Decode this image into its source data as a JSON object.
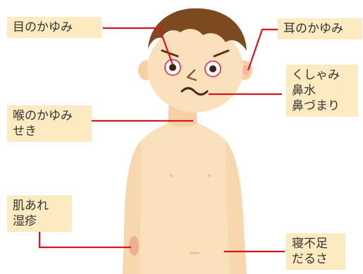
{
  "colors": {
    "label_bg": "#fcebc0",
    "line": "#d7161e",
    "skin": "#fbe0bc",
    "hair": "#7c4a1e",
    "eye_ring": "#e24a6a"
  },
  "labels": {
    "eye": [
      "目のかゆみ"
    ],
    "ear": [
      "耳のかゆみ"
    ],
    "nose": [
      "くしゃみ",
      "鼻水",
      "鼻づまり"
    ],
    "throat": [
      "喉のかゆみ",
      "せき"
    ],
    "skin": [
      "肌あれ",
      "湿疹"
    ],
    "body": [
      "寝不足",
      "だるさ"
    ]
  }
}
